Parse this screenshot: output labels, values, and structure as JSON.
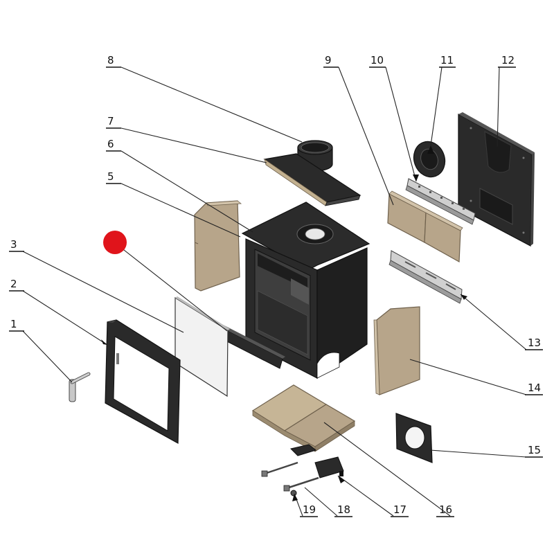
{
  "diagram": {
    "type": "exploded-parts-diagram",
    "colors": {
      "metal": "#2b2b2b",
      "metal_dark": "#1a1a1a",
      "vermiculite": "#b7a58a",
      "vermiculite_edge": "#8f7f66",
      "glass": "#f1f1f1",
      "steel": "#c9c9c9",
      "marker": "#e0141b"
    },
    "parts": [
      {
        "id": "1",
        "label": "1",
        "icon": "tool-handle-icon"
      },
      {
        "id": "2",
        "label": "2",
        "icon": "door-frame-icon"
      },
      {
        "id": "3",
        "label": "3",
        "icon": "glass-panel-icon"
      },
      {
        "id": "4",
        "label": "",
        "icon": "grate-bar-icon"
      },
      {
        "id": "5",
        "label": "5",
        "icon": "side-brick-icon"
      },
      {
        "id": "6",
        "label": "6",
        "icon": "stove-body-icon"
      },
      {
        "id": "7",
        "label": "7",
        "icon": "top-plate-icon"
      },
      {
        "id": "8",
        "label": "8",
        "icon": "flue-collar-icon"
      },
      {
        "id": "9",
        "label": "9",
        "icon": "rear-brick-icon"
      },
      {
        "id": "10",
        "label": "10",
        "icon": "air-bar-icon"
      },
      {
        "id": "11",
        "label": "11",
        "icon": "blanking-plate-icon"
      },
      {
        "id": "12",
        "label": "12",
        "icon": "back-panel-icon"
      },
      {
        "id": "13",
        "label": "13",
        "icon": "baffle-bracket-icon"
      },
      {
        "id": "14",
        "label": "14",
        "icon": "side-brick-icon"
      },
      {
        "id": "15",
        "label": "15",
        "icon": "spigot-plate-icon"
      },
      {
        "id": "16",
        "label": "16",
        "icon": "base-brick-icon"
      },
      {
        "id": "17",
        "label": "17",
        "icon": "control-plate-icon"
      },
      {
        "id": "18",
        "label": "18",
        "icon": "slide-control-icon"
      },
      {
        "id": "19",
        "label": "19",
        "icon": "control-knob-icon"
      }
    ],
    "marker": {
      "icon": "red-dot-icon"
    }
  }
}
